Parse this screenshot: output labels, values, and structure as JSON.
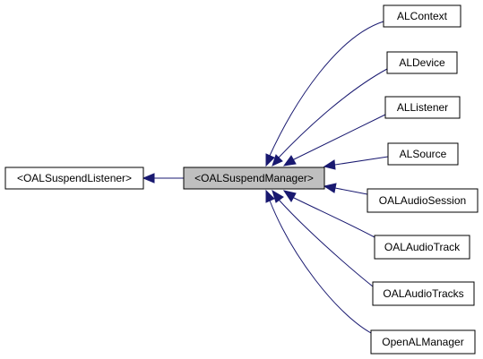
{
  "diagram": {
    "colors": {
      "edge": "#191970",
      "box_border": "#000000",
      "box_fill": "#ffffff",
      "highlight_fill": "#bfbfbf"
    },
    "nodes": [
      {
        "id": "oal-suspend-listener",
        "label": "<OALSuspendListener>"
      },
      {
        "id": "oal-suspend-manager",
        "label": "<OALSuspendManager>",
        "highlighted": true
      },
      {
        "id": "al-context",
        "label": "ALContext"
      },
      {
        "id": "al-device",
        "label": "ALDevice"
      },
      {
        "id": "al-listener",
        "label": "ALListener"
      },
      {
        "id": "al-source",
        "label": "ALSource"
      },
      {
        "id": "oal-audio-session",
        "label": "OALAudioSession"
      },
      {
        "id": "oal-audio-track",
        "label": "OALAudioTrack"
      },
      {
        "id": "oal-audio-tracks",
        "label": "OALAudioTracks"
      },
      {
        "id": "openal-manager",
        "label": "OpenALManager"
      }
    ],
    "edges": [
      {
        "from": "oal-suspend-manager",
        "to": "oal-suspend-listener"
      },
      {
        "from": "al-context",
        "to": "oal-suspend-manager"
      },
      {
        "from": "al-device",
        "to": "oal-suspend-manager"
      },
      {
        "from": "al-listener",
        "to": "oal-suspend-manager"
      },
      {
        "from": "al-source",
        "to": "oal-suspend-manager"
      },
      {
        "from": "oal-audio-session",
        "to": "oal-suspend-manager"
      },
      {
        "from": "oal-audio-track",
        "to": "oal-suspend-manager"
      },
      {
        "from": "oal-audio-tracks",
        "to": "oal-suspend-manager"
      },
      {
        "from": "openal-manager",
        "to": "oal-suspend-manager"
      }
    ]
  }
}
